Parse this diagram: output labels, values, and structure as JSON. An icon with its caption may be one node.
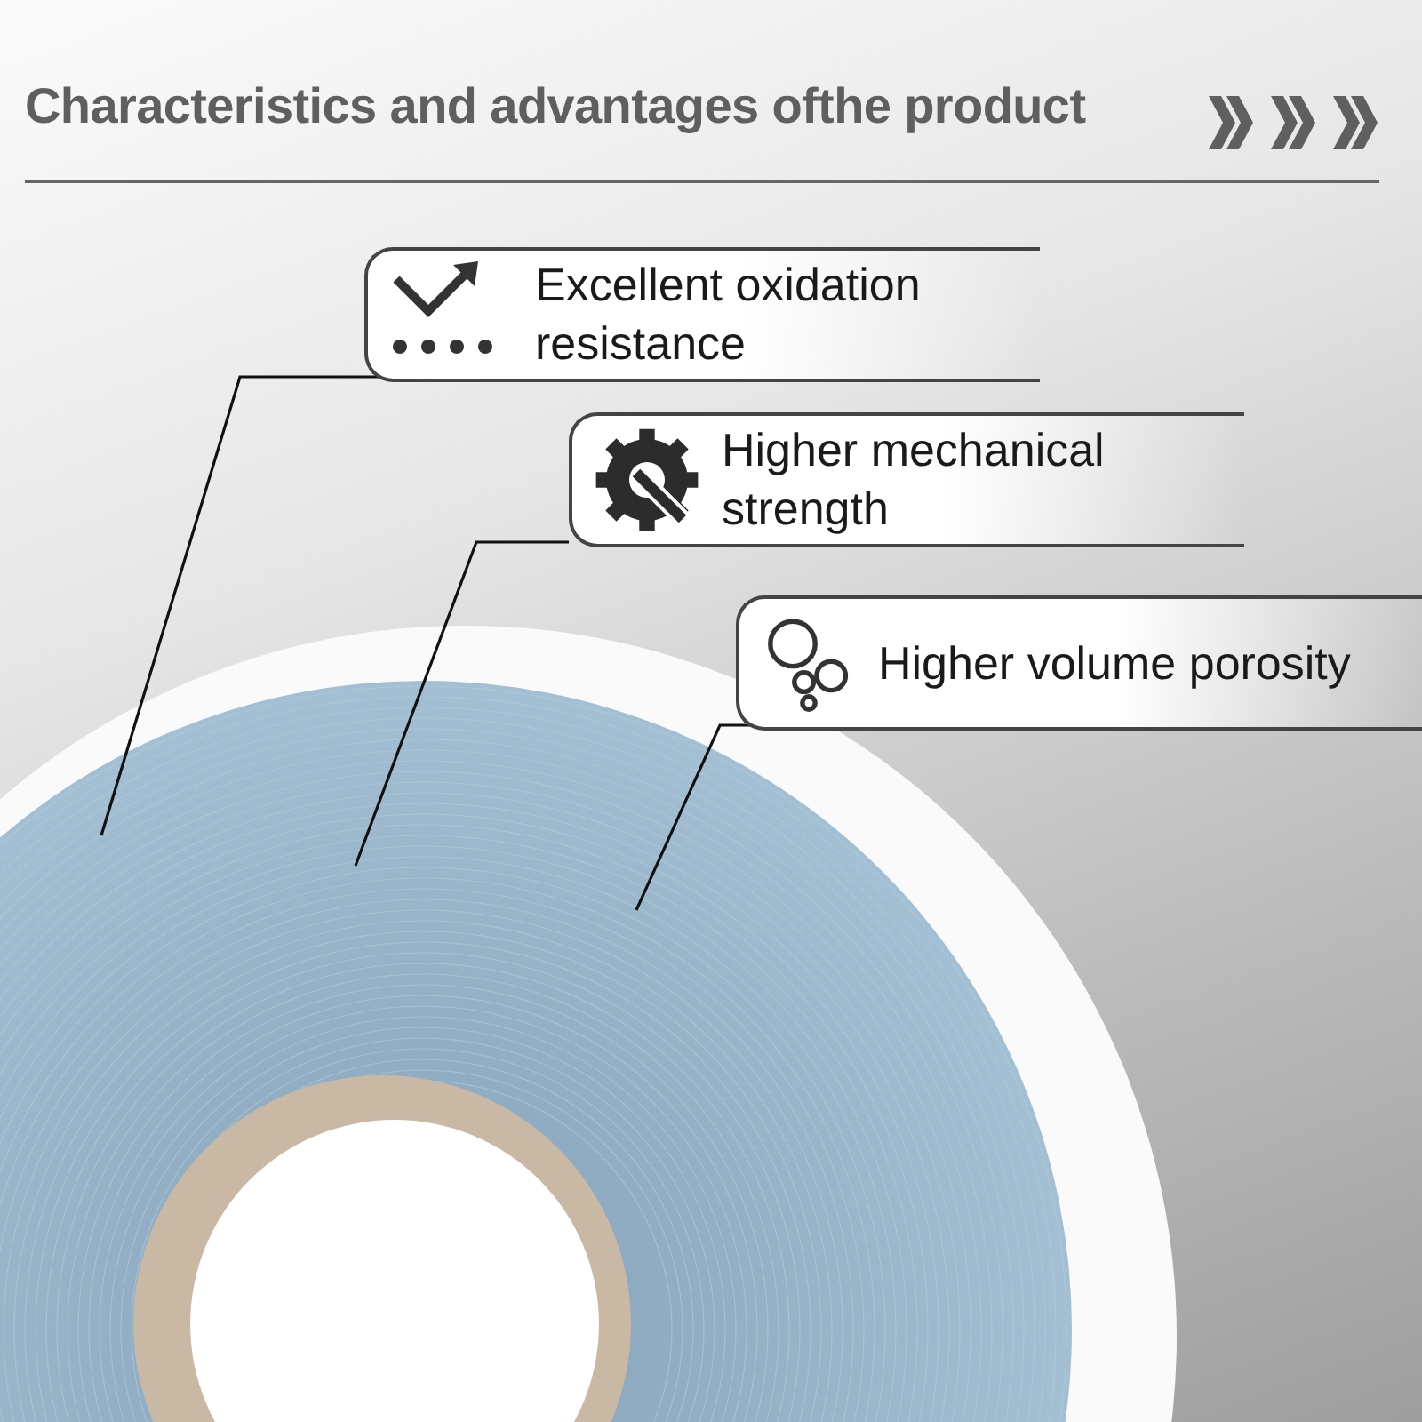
{
  "diagram": {
    "title": "Characteristics and advantages ofthe product",
    "nodes": [
      {
        "text": [
          "Excellent oxidation resistance"
        ]
      },
      {
        "text": [
          "Higher mechanical strength"
        ]
      },
      {
        "text": [
          "Higher volume porosity"
        ]
      }
    ],
    "edges": [
      {
        "from": 0,
        "to": null,
        "arrow": "none"
      },
      {
        "from": 1,
        "to": null,
        "arrow": "none"
      },
      {
        "from": 2,
        "to": null,
        "arrow": "none"
      }
    ]
  }
}
